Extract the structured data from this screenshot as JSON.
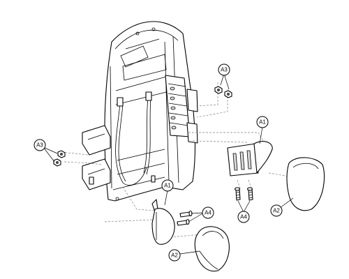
{
  "callouts": {
    "a3_upper": "A3",
    "a3_left": "A3",
    "a1_right": "A1",
    "a1_lower": "A1",
    "a4_right": "A4",
    "a4_lower": "A4",
    "a2_right": "A2",
    "a2_lower": "A2"
  },
  "colors": {
    "line": "#000000",
    "shade": "#d9d9d9",
    "dash": "#808080"
  }
}
